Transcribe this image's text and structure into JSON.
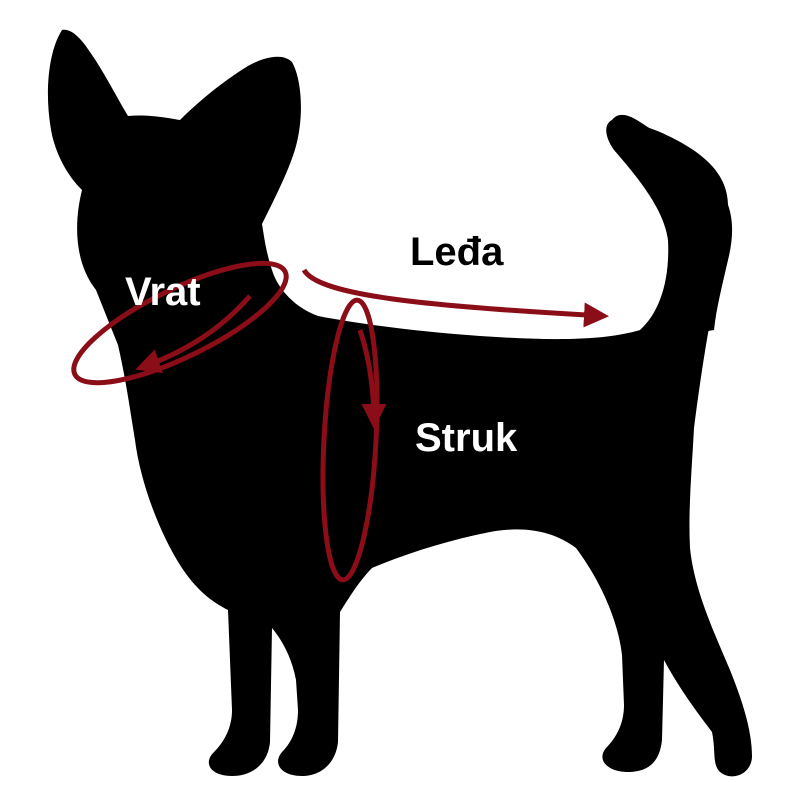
{
  "labels": {
    "neck": "Vrat",
    "back": "Leđa",
    "waist": "Struk"
  },
  "colors": {
    "silhouette": "#000000",
    "measure_line": "#8b0d17",
    "label_on_body": "#ffffff",
    "label_on_background": "#000000",
    "background": "#ffffff"
  },
  "icons": {
    "silhouette": "dog-silhouette-icon",
    "neck_measure": "neck-loop-arrow-icon",
    "back_measure": "back-length-arrow-icon",
    "waist_measure": "waist-loop-arrow-icon"
  }
}
